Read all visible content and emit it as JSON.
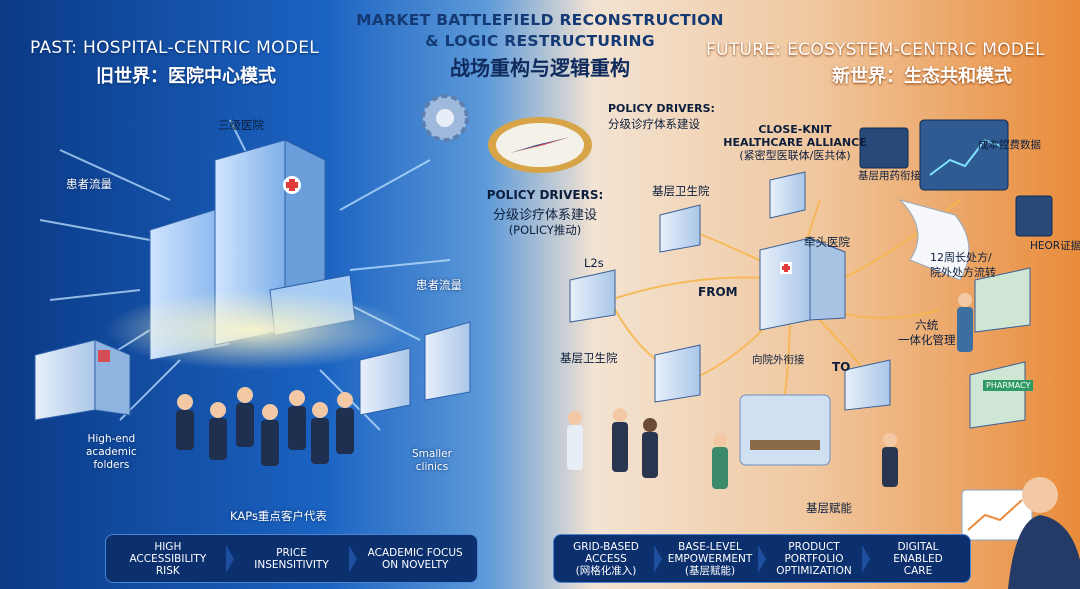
{
  "title": {
    "line1": "MARKET BATTLEFIELD RECONSTRUCTION",
    "line2": "& LOGIC RESTRUCTURING",
    "cn": "战场重构与逻辑重构"
  },
  "past": {
    "title_en": "PAST: HOSPITAL-CENTRIC MODEL",
    "title_cn": "旧世界：医院中心模式",
    "labels": {
      "tertiary_hospital": "三级医院",
      "patient_flow_1": "患者流量",
      "patient_flow_2": "患者流量",
      "high_end_line1": "High-end",
      "high_end_line2": "academic",
      "high_end_line3": "folders",
      "smaller_line1": "Smaller",
      "smaller_line2": "clinics",
      "kap": "KAPs重点客户代表"
    },
    "bar": [
      "HIGH\nACCESSIBILITY\nRISK",
      "PRICE\nINSENSITIVITY",
      "ACADEMIC FOCUS\nON NOVELTY"
    ]
  },
  "center": {
    "policy_top_en": "POLICY DRIVERS:",
    "policy_top_cn": "分级诊疗体系建设",
    "policy_en": "POLICY DRIVERS:",
    "policy_cn": "分级诊疗体系建设",
    "policy_sub": "(POLICY推动)"
  },
  "future": {
    "title_en": "FUTURE: ECOSYSTEM-CENTRIC MODEL",
    "title_cn": "新世界：生态共和模式",
    "labels": {
      "alliance_1": "CLOSE-KNIT",
      "alliance_2": "HEALTHCARE ALLIANCE",
      "alliance_cn": "(紧密型医联体/医共体)",
      "cost_data": "成本控费数据",
      "primary_clinic_top": "基层卫生院",
      "l2s": "L2s",
      "from": "FROM",
      "to": "TO",
      "key_hospital": "牵头医院",
      "seamless": "基层用药衔接",
      "heor": "HEOR证据",
      "prescription_1": "12周长处方/",
      "prescription_2": "院外处方流转",
      "unify_1": "六统",
      "unify_2": "一体化管理",
      "primary_clinic_left": "基层卫生院",
      "referral": "向院外衔接",
      "empower": "基层赋能",
      "pharmacy": "PHARMACY"
    },
    "bar": [
      "GRID-BASED\nACCESS\n(网格化准入)",
      "BASE-LEVEL\nEMPOWERMENT\n(基层赋能)",
      "PRODUCT\nPORTFOLIO\nOPTIMIZATION",
      "DIGITAL\nENABLED\nCARE"
    ]
  },
  "colors": {
    "past_bg": "#1b63c2",
    "future_bg": "#e98b3a",
    "title": "#143a75",
    "bar": "#0c2f6e"
  }
}
